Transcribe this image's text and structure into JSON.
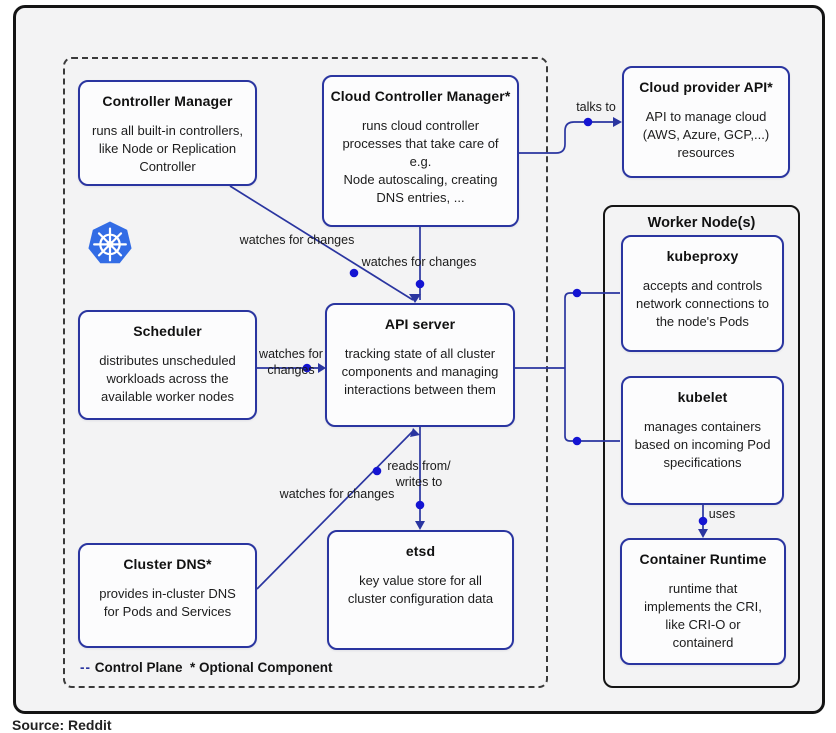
{
  "worker_node": {
    "title": "Worker Node(s)"
  },
  "boxes": {
    "controller_manager": {
      "title": "Controller Manager",
      "body": "runs all built-in controllers,\nlike Node or Replication\nController"
    },
    "cloud_controller_manager": {
      "title": "Cloud Controller Manager*",
      "body": "runs cloud controller\nprocesses that take care of\ne.g.\nNode autoscaling, creating\nDNS entries, ..."
    },
    "cloud_provider_api": {
      "title": "Cloud provider API*",
      "body": "API to manage cloud\n(AWS, Azure, GCP,...)\nresources"
    },
    "scheduler": {
      "title": "Scheduler",
      "body": "distributes unscheduled\nworkloads across the\navailable worker nodes"
    },
    "api_server": {
      "title": "API server",
      "body": "tracking state of all cluster\ncomponents and managing\ninteractions between them"
    },
    "cluster_dns": {
      "title": "Cluster DNS*",
      "body": "provides in-cluster DNS\nfor Pods and Services"
    },
    "etsd": {
      "title": "etsd",
      "body": "key value store for all\ncluster configuration data"
    },
    "kubeproxy": {
      "title": "kubeproxy",
      "body": "accepts and controls\nnetwork connections to\nthe node's Pods"
    },
    "kubelet": {
      "title": "kubelet",
      "body": "manages containers\nbased on incoming Pod\nspecifications"
    },
    "container_runtime": {
      "title": "Container Runtime",
      "body": "runtime that\nimplements the CRI,\nlike CRI-O or\ncontainerd"
    }
  },
  "labels": {
    "talks_to": "talks to",
    "watches_cm": "watches for changes",
    "watches_ccm": "watches for changes",
    "watches_scheduler": "watches for\nchanges",
    "reads_writes": "reads from/\nwrites to",
    "watches_dns": "watches for changes",
    "uses": "uses"
  },
  "legend": {
    "dash_symbol": "--",
    "control_plane": "Control Plane",
    "optional": "* Optional Component"
  },
  "page": {
    "source_label": "Source: Reddit"
  },
  "colors": {
    "accent_blue": "#2a35a0",
    "dot_blue": "#1414d2",
    "kubernetes_blue": "#326ce5",
    "frame_black": "#141414",
    "background": "#f3f3f4"
  }
}
